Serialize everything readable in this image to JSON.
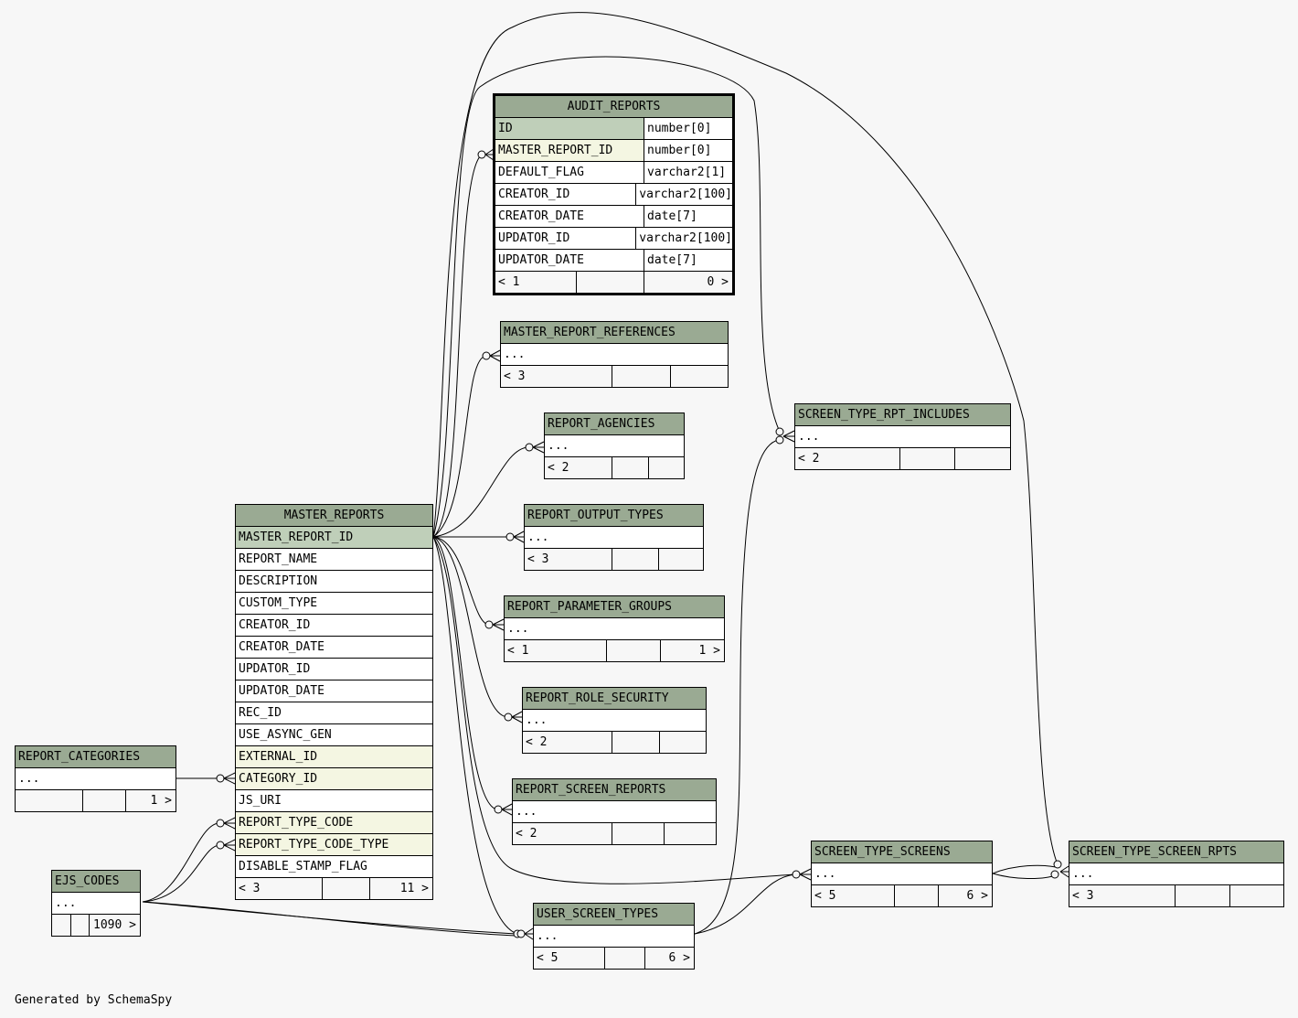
{
  "footer": "Generated by SchemaSpy",
  "tables": {
    "audit_reports": {
      "name": "AUDIT_REPORTS",
      "columns": [
        {
          "name": "ID",
          "type": "number[0]"
        },
        {
          "name": "MASTER_REPORT_ID",
          "type": "number[0]"
        },
        {
          "name": "DEFAULT_FLAG",
          "type": "varchar2[1]"
        },
        {
          "name": "CREATOR_ID",
          "type": "varchar2[100]"
        },
        {
          "name": "CREATOR_DATE",
          "type": "date[7]"
        },
        {
          "name": "UPDATOR_ID",
          "type": "varchar2[100]"
        },
        {
          "name": "UPDATOR_DATE",
          "type": "date[7]"
        }
      ],
      "parents": "< 1",
      "rows": "",
      "children": "0 >"
    },
    "master_reports": {
      "name": "MASTER_REPORTS",
      "columns": [
        "MASTER_REPORT_ID",
        "REPORT_NAME",
        "DESCRIPTION",
        "CUSTOM_TYPE",
        "CREATOR_ID",
        "CREATOR_DATE",
        "UPDATOR_ID",
        "UPDATOR_DATE",
        "REC_ID",
        "USE_ASYNC_GEN",
        "EXTERNAL_ID",
        "CATEGORY_ID",
        "JS_URI",
        "REPORT_TYPE_CODE",
        "REPORT_TYPE_CODE_TYPE",
        "DISABLE_STAMP_FLAG"
      ],
      "parents": "< 3",
      "rows": "",
      "children": "11 >"
    },
    "master_report_references": {
      "name": "MASTER_REPORT_REFERENCES",
      "body": "...",
      "parents": "< 3",
      "rows": "",
      "children": ""
    },
    "report_agencies": {
      "name": "REPORT_AGENCIES",
      "body": "...",
      "parents": "< 2",
      "rows": "",
      "children": ""
    },
    "report_output_types": {
      "name": "REPORT_OUTPUT_TYPES",
      "body": "...",
      "parents": "< 3",
      "rows": "",
      "children": ""
    },
    "report_parameter_groups": {
      "name": "REPORT_PARAMETER_GROUPS",
      "body": "...",
      "parents": "< 1",
      "rows": "",
      "children": "1 >"
    },
    "report_role_security": {
      "name": "REPORT_ROLE_SECURITY",
      "body": "...",
      "parents": "< 2",
      "rows": "",
      "children": ""
    },
    "report_screen_reports": {
      "name": "REPORT_SCREEN_REPORTS",
      "body": "...",
      "parents": "< 2",
      "rows": "",
      "children": ""
    },
    "user_screen_types": {
      "name": "USER_SCREEN_TYPES",
      "body": "...",
      "parents": "< 5",
      "rows": "",
      "children": "6 >"
    },
    "screen_type_rpt_includes": {
      "name": "SCREEN_TYPE_RPT_INCLUDES",
      "body": "...",
      "parents": "< 2",
      "rows": "",
      "children": ""
    },
    "screen_type_screens": {
      "name": "SCREEN_TYPE_SCREENS",
      "body": "...",
      "parents": "< 5",
      "rows": "",
      "children": "6 >"
    },
    "screen_type_screen_rpts": {
      "name": "SCREEN_TYPE_SCREEN_RPTS",
      "body": "...",
      "parents": "< 3",
      "rows": "",
      "children": ""
    },
    "report_categories": {
      "name": "REPORT_CATEGORIES",
      "body": "...",
      "parents": "",
      "rows": "",
      "children": "1 >"
    },
    "ejs_codes": {
      "name": "EJS_CODES",
      "body": "...",
      "parents": "",
      "rows": "",
      "children": "1090 >"
    }
  }
}
